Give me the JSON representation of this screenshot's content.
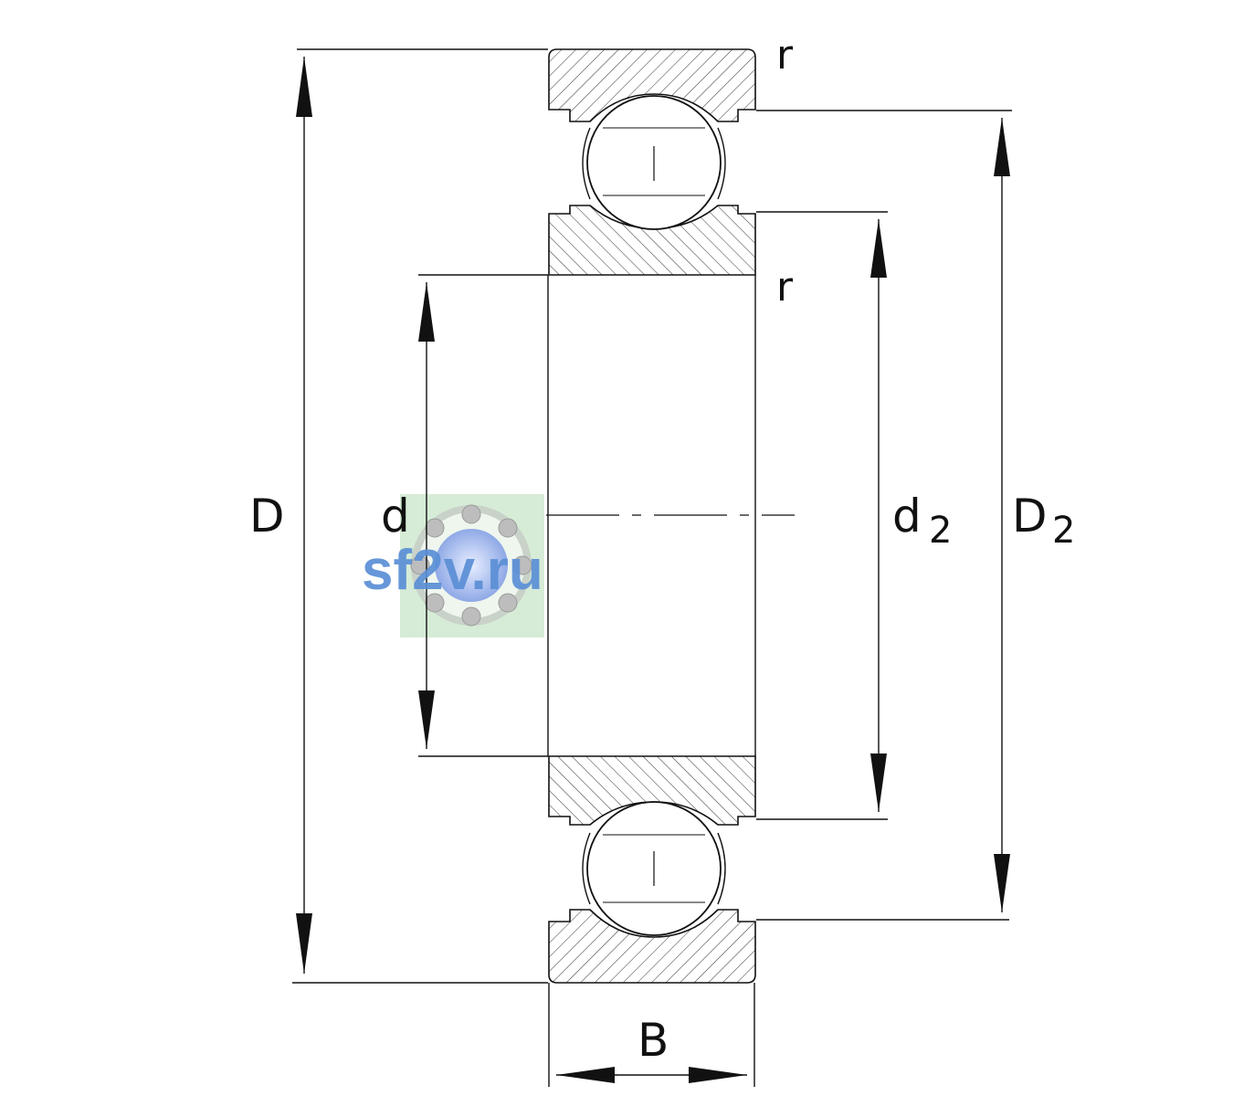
{
  "labels": {
    "D": "D",
    "d": "d",
    "d2_main": "d",
    "d2_sub": "2",
    "D2_main": "D",
    "D2_sub": "2",
    "B": "B",
    "r_top": "r",
    "r_bottom": "r"
  },
  "watermark": {
    "text": "sf2v.ru",
    "color": "#5b8fd6",
    "badge_color": "#cfe9cf"
  },
  "colors": {
    "line": "#111111",
    "hatch": "#333333"
  }
}
